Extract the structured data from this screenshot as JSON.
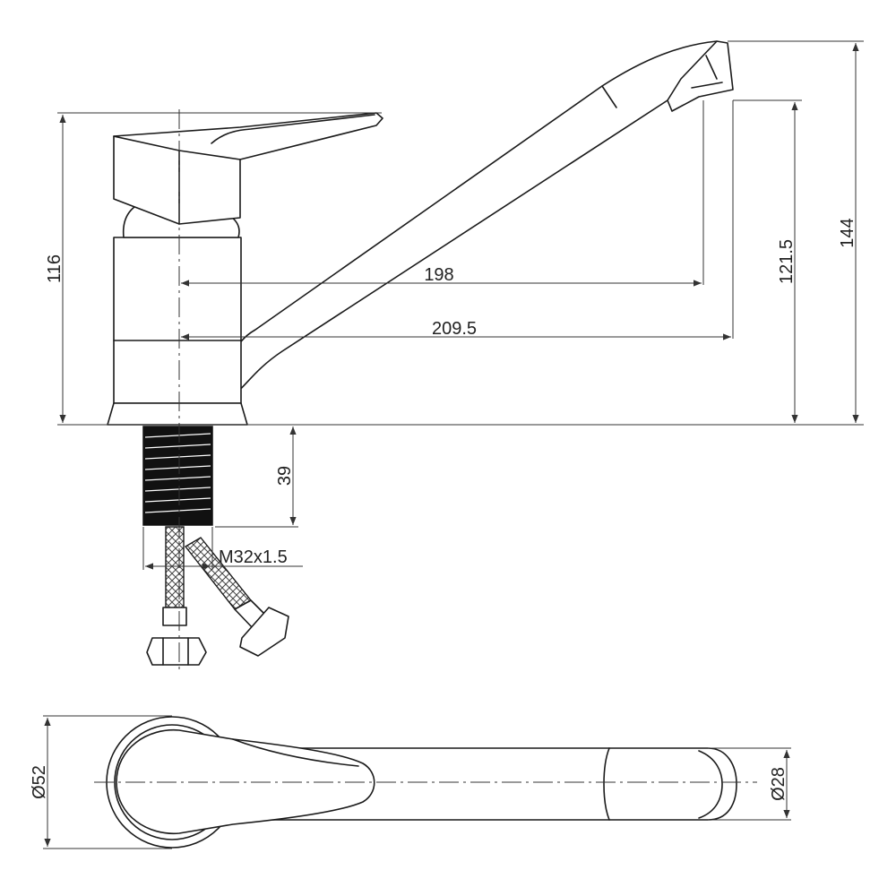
{
  "dimensions": {
    "overall_height": "144",
    "body_height": "116",
    "spout_height": "121.5",
    "reach_inner": "198",
    "reach_outer": "209.5",
    "thread_length": "39",
    "thread_size": "M32x1.5",
    "base_diameter": "Ø52",
    "spout_diameter": "Ø28"
  },
  "colors": {
    "line": "#1a1a1a",
    "thread": "#111111",
    "background": "#ffffff"
  }
}
